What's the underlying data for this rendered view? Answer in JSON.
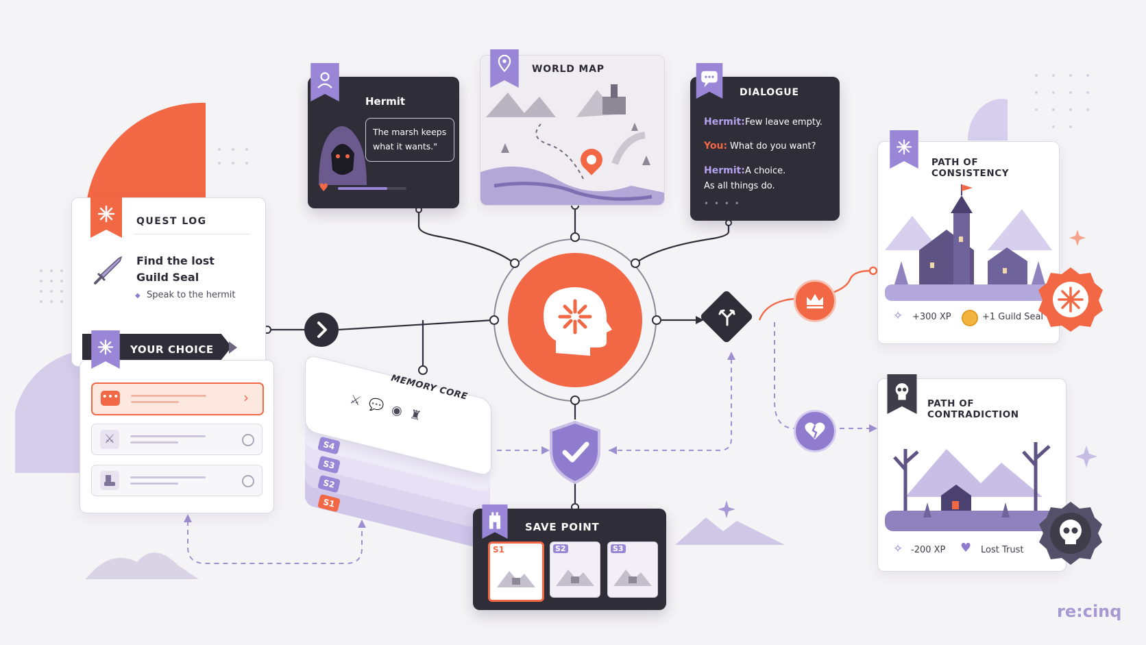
{
  "colors": {
    "accent": "#f26845",
    "purple": "#8f7ccf",
    "lavender": "#c9bfe6",
    "dark": "#2e2d38",
    "bg": "#f4f3f6"
  },
  "quest_log": {
    "title": "QUEST LOG",
    "task_line1": "Find the lost",
    "task_line2": "Guild Seal",
    "subtask": "Speak to the hermit"
  },
  "your_choice": {
    "title": "YOUR CHOICE"
  },
  "hermit": {
    "name": "Hermit",
    "speech_line1": "The marsh keeps",
    "speech_line2": "what it wants.\""
  },
  "world_map": {
    "title": "WORLD MAP"
  },
  "dialogue": {
    "title": "DIALOGUE",
    "lines": [
      {
        "speaker": "Hermit:",
        "text": "Few leave empty."
      },
      {
        "speaker": "You:",
        "text": "What do you want?"
      },
      {
        "speaker": "Hermit:",
        "text": "A choice."
      }
    ],
    "continuation": "As all things do."
  },
  "memory_core": {
    "title": "MEMORY CORE",
    "slots": [
      "S4",
      "S3",
      "S2",
      "S1"
    ]
  },
  "save_point": {
    "title": "SAVE POINT",
    "slots": [
      "S1",
      "S2",
      "S3"
    ]
  },
  "path_consistency": {
    "title": "PATH OF CONSISTENCY",
    "reward_xp": "+300 XP",
    "reward_item": "+1 Guild Seal"
  },
  "path_contradiction": {
    "title": "PATH OF CONTRADICTION",
    "penalty_xp": "-200 XP",
    "penalty_item": "Lost Trust"
  },
  "brand": "re:cinq"
}
